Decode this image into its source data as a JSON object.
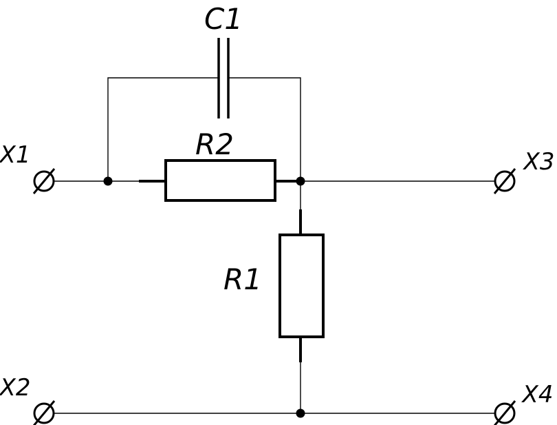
{
  "components": {
    "c1": {
      "label": "C1"
    },
    "r1": {
      "label": "R1"
    },
    "r2": {
      "label": "R2"
    }
  },
  "terminals": {
    "x1": {
      "label": "X1"
    },
    "x2": {
      "label": "X2"
    },
    "x3": {
      "label": "X3"
    },
    "x4": {
      "label": "X4"
    }
  },
  "colors": {
    "line": "#000000",
    "background": "#ffffff"
  }
}
